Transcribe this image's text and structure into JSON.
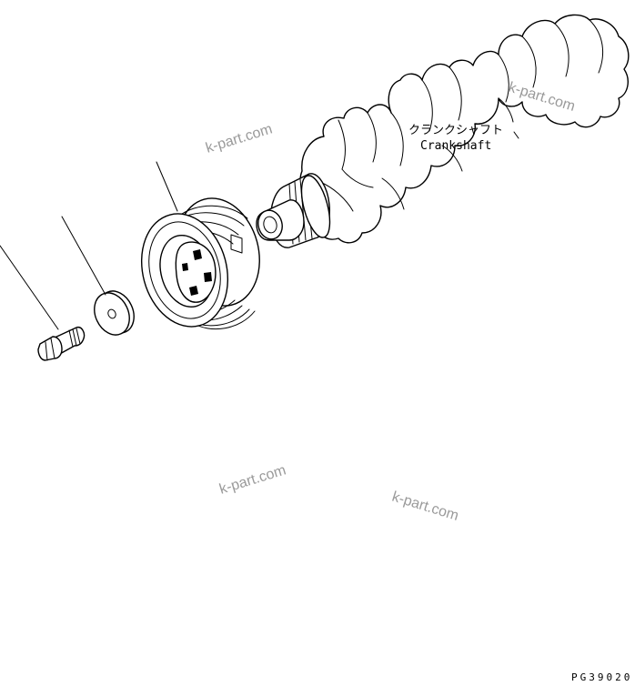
{
  "labels": {
    "crankshaft_jp": "クランクシャフト",
    "crankshaft_en": "Crankshaft"
  },
  "watermarks": [
    "k-part.com",
    "k-part.com",
    "k-part.com",
    "k-part.com"
  ],
  "drawing_code": "PG39020"
}
